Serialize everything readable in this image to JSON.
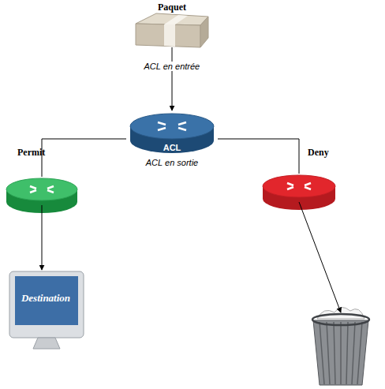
{
  "diagram": {
    "nodes": [
      {
        "text": [
          "Paquet"
        ]
      },
      {
        "text": [
          "ACL",
          "ACL en sortie"
        ]
      },
      {
        "text": [
          "Permit"
        ]
      },
      {
        "text": [
          "Deny"
        ]
      },
      {
        "text": [
          "Destination"
        ]
      },
      {
        "text": []
      }
    ],
    "edges": [
      {
        "from": 0,
        "to": 1,
        "arrow": "to",
        "label": "ACL en entrée"
      },
      {
        "from": 1,
        "to": 2,
        "arrow": "none"
      },
      {
        "from": 1,
        "to": 3,
        "arrow": "none"
      },
      {
        "from": 2,
        "to": 4,
        "arrow": "to"
      },
      {
        "from": 3,
        "to": 5,
        "arrow": "to"
      }
    ]
  }
}
